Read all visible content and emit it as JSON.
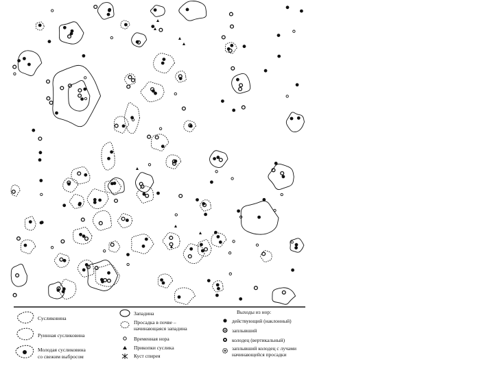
{
  "legend": {
    "col1": {
      "suslikovina": "Сусликовина",
      "ruinnaya": "Руинная сусликовина",
      "molodaya_line1": "Молодая сусликовина",
      "molodaya_line2": "со свежим выбросом"
    },
    "col2": {
      "zapadina": "Западина",
      "prosadka_line1": "Просадка в почве –",
      "prosadka_line2": "начинающаяся западина",
      "vremennaya": "Временная нора",
      "prikopki": "Прикопки суслика",
      "kust": "Куст спирея"
    },
    "col3": {
      "title": "Выходы из нор:",
      "deystvuyushchiy": "действующий (наклонный)",
      "zaplyvshiy": "заплывший",
      "kolodets": "колодец (вертикальный)",
      "zaplyvshiy_kolodets_line1": "заплывший колодец с лучами",
      "zaplyvshiy_kolodets_line2": "начинающейся просадки"
    }
  },
  "colors": {
    "ink": "#111111",
    "paper": "#ffffff"
  }
}
